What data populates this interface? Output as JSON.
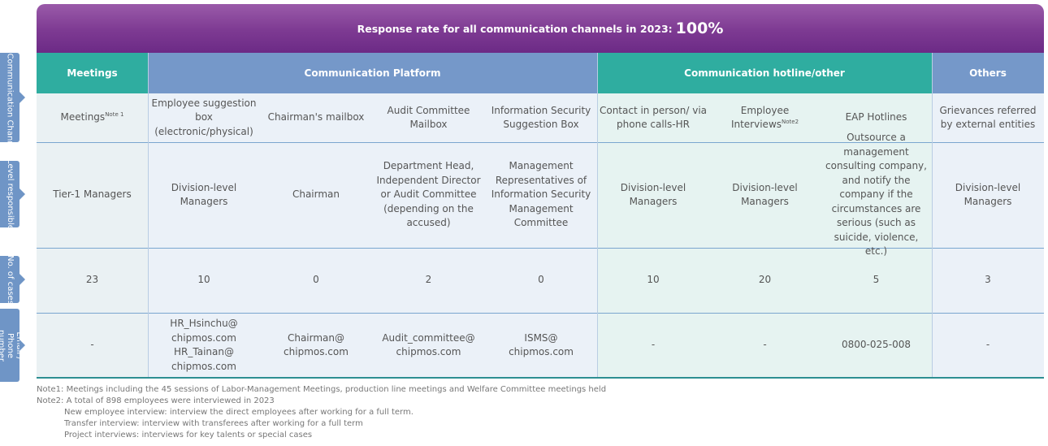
{
  "banner": {
    "title": "Response rate for all communication channels in 2023:",
    "value": "100%"
  },
  "side_tabs": [
    "Communication Channels",
    "Level responsible",
    "No. of cases",
    "Email / Phone number"
  ],
  "group_headers": [
    "Meetings",
    "Communication Platform",
    "Communication hotline/other",
    "Others"
  ],
  "channels": [
    "Meetings",
    "Employee suggestion box (electronic/physical)",
    "Chairman's mailbox",
    "Audit Committee Mailbox",
    "Information Security Suggestion Box",
    "Contact in person/ via phone calls-HR",
    "Employee Interviews",
    "EAP Hotlines",
    "Grievances referred by external entities"
  ],
  "channel_notes": {
    "meetings": "Note 1",
    "interviews": "Note2"
  },
  "levels": [
    "Tier-1 Managers",
    "Division-level Managers",
    "Chairman",
    "Department Head, Independent Director or Audit Committee (depending on the accused)",
    "Management Representatives of Information Security Management Committee",
    "Division-level Managers",
    "Division-level Managers",
    "Outsource a management consulting company, and notify the company if the circumstances are serious (such as suicide, violence, etc.)",
    "Division-level Managers"
  ],
  "cases": [
    "23",
    "10",
    "0",
    "2",
    "0",
    "10",
    "20",
    "5",
    "3"
  ],
  "contacts": [
    "-",
    "HR_Hsinchu@ chipmos.com HR_Tainan@ chipmos.com",
    "Chairman@ chipmos.com",
    "Audit_committee@ chipmos.com",
    "ISMS@ chipmos.com",
    "-",
    "-",
    "0800-025-008",
    "-"
  ],
  "notes": [
    "Note1: Meetings including the 45 sessions of Labor-Management Meetings, production line meetings and Welfare Committee meetings held",
    "Note2: A total of 898 employees were interviewed in 2023",
    "New employee interview: interview the direct employees after working for a full term.",
    "Transfer interview: interview with transferees after working for a full term",
    "Project interviews: interviews for key talents or special cases"
  ],
  "colors": {
    "purple": "#7d3a92",
    "teal": "#2fada0",
    "blue": "#7598c9"
  }
}
